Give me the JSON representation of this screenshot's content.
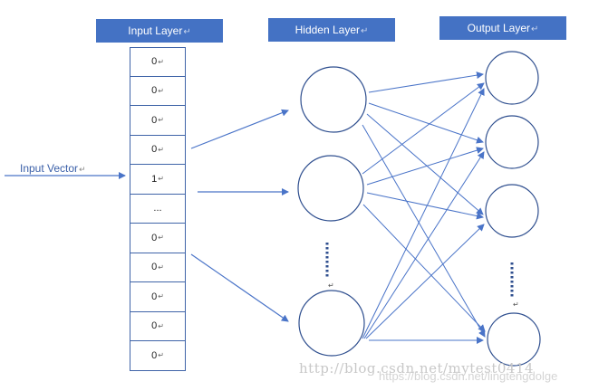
{
  "labels": {
    "input_layer": "Input Layer",
    "hidden_layer": "Hidden Layer",
    "output_layer": "Output Layer",
    "input_vector": "Input Vector",
    "return_mark": "↵"
  },
  "input_cells": [
    "0",
    "0",
    "0",
    "0",
    "1",
    "...",
    "0",
    "0",
    "0",
    "0",
    "0"
  ],
  "watermark": {
    "primary": "http://blog.csdn.net/mytest0414",
    "secondary": "https://blog.csdn.net/lingtengdolge"
  },
  "colors": {
    "header_fill": "#4472c4",
    "node_stroke": "#2f4f8f",
    "arrow": "#4a74c8",
    "cell_border": "#3f64a8"
  }
}
